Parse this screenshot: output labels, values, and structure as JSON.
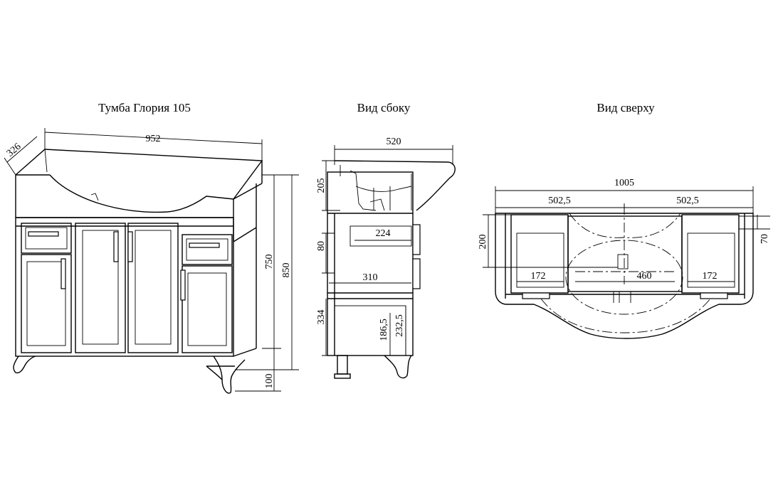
{
  "titles": {
    "front": "Тумба Глория 105",
    "side": "Вид сбоку",
    "top": "Вид сверху"
  },
  "front_dims": {
    "depth": "326",
    "width": "952",
    "body_height": "750",
    "total_height": "850",
    "leg_height": "100"
  },
  "side_dims": {
    "depth": "520",
    "basin_height": "205",
    "drawer_width": "224",
    "drawer_height": "80",
    "inner_depth": "310",
    "lower_height": "334",
    "shelf_low": "186,5",
    "shelf_high": "232,5"
  },
  "top_dims": {
    "total_width": "1005",
    "half_left": "502,5",
    "half_right": "502,5",
    "depth": "200",
    "offset": "70",
    "side_left": "172",
    "center": "460",
    "side_right": "172"
  }
}
